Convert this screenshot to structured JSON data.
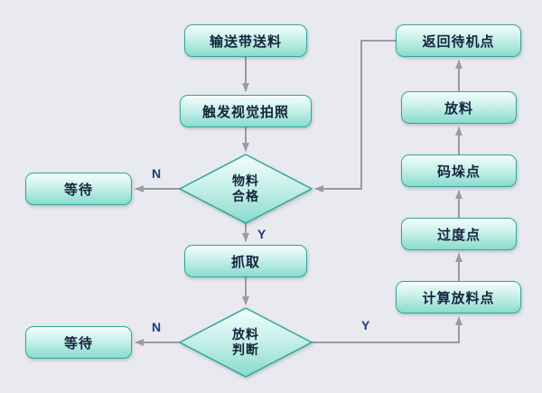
{
  "colors": {
    "background": "#e9e9f0",
    "node_border": "#2ea89c",
    "node_fill_top": "#f2fdfc",
    "node_fill_bottom": "#89dbce",
    "arrow": "#9a9aa0",
    "node_text": "#15233d",
    "branch_label_text": "#1b3c7a"
  },
  "nodes": {
    "feed": {
      "label": "输送带送料"
    },
    "photo": {
      "label": "触发视觉拍照"
    },
    "check": {
      "line1": "物料",
      "line2": "合格"
    },
    "wait1": {
      "label": "等待"
    },
    "grab": {
      "label": "抓取"
    },
    "judge": {
      "line1": "放料",
      "line2": "判断"
    },
    "wait2": {
      "label": "等待"
    },
    "calc": {
      "label": "计算放料点"
    },
    "transit": {
      "label": "过度点"
    },
    "stack": {
      "label": "码垛点"
    },
    "drop": {
      "label": "放料"
    },
    "return": {
      "label": "返回待机点"
    }
  },
  "edge_labels": {
    "check_no": "N",
    "check_yes": "Y",
    "judge_no": "N",
    "judge_yes": "Y"
  }
}
